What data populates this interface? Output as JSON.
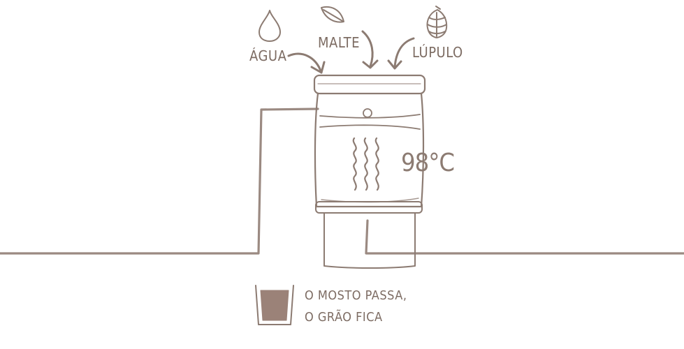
{
  "ingredients": {
    "agua": "ÁGUA",
    "malte": "MALTE",
    "lupulo": "LÚPULO"
  },
  "vessel": {
    "temperature": "98°C"
  },
  "legend": {
    "line1": "O MOSTO PASSA,",
    "line2": "O GRÃO FICA"
  },
  "icons": {
    "water": "water-drop-icon",
    "malt": "barley-leaf-icon",
    "hops": "hop-cone-icon",
    "heat": "heat-waves-icon",
    "glass": "glass-icon"
  },
  "colors": {
    "ink": "#7d6c63",
    "fill": "#9b8278",
    "line": "#8c7b72"
  }
}
